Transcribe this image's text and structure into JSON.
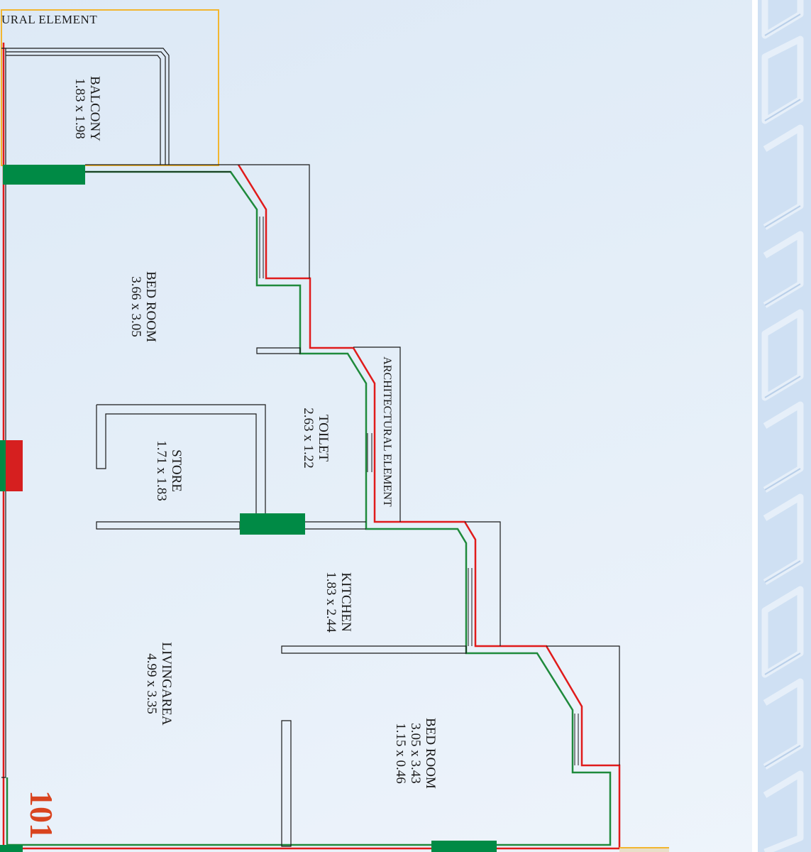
{
  "plan": {
    "top_banner": "URAL ELEMENT",
    "unit_number": "101",
    "rooms": [
      {
        "name": "BALCONY",
        "dims": [
          "1.83 x 1.98"
        ]
      },
      {
        "name": "BED ROOM",
        "dims": [
          "3.66 x 3.05"
        ]
      },
      {
        "name": "TOILET",
        "dims": [
          "2.63 x 1.22"
        ]
      },
      {
        "name": "STORE",
        "dims": [
          "1.71 x 1.83"
        ]
      },
      {
        "name": "KITCHEN",
        "dims": [
          "1.83 x 2.44"
        ]
      },
      {
        "name": "LIVINGAREA",
        "dims": [
          "4.99 x 3.35"
        ]
      },
      {
        "name": "BED ROOM",
        "dims": [
          "3.05 x 3.43",
          "1.15 x 0.46"
        ]
      }
    ],
    "architectural_label": "ARCHITECTURAL ELEMENT"
  },
  "colors": {
    "wall_line": "#1a1a1a",
    "outer_boundary": "#e01b1b",
    "inner_boundary": "#1f8a3c",
    "door_fill": "#008a45",
    "window_fill": "#d61f1f",
    "highlight_box": "#f2b630",
    "unit_number": "#d9441f",
    "side_panel": "#cfe0f3"
  }
}
